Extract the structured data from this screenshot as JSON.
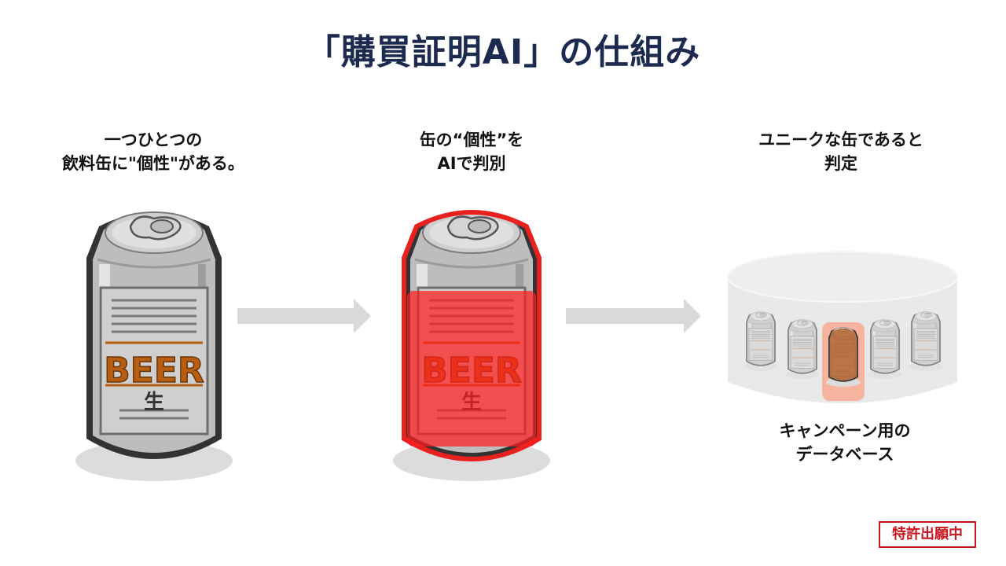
{
  "title": "「購買証明AI」の仕組み",
  "steps": [
    {
      "line1": "一つひとつの",
      "line2": "飲料缶に\"個性\"がある。"
    },
    {
      "line1": "缶の“個性”を",
      "line2": "AIで判別"
    },
    {
      "line1": "ユニークな缶であると",
      "line2": "判定"
    }
  ],
  "database": {
    "line1": "キャンペーン用の",
    "line2": "データベース"
  },
  "can_label": {
    "brand": "BEER",
    "kanji": "生"
  },
  "patent_badge": "特許出願中",
  "colors": {
    "title": "#1b2a4e",
    "highlight": "#e8201e",
    "brand_orange": "#b75e12",
    "patent_red": "#c9151e",
    "arrow": "#d9d9d9"
  },
  "icons": [
    "beer-can-icon",
    "arrow-right-icon",
    "database-cylinder-icon"
  ]
}
